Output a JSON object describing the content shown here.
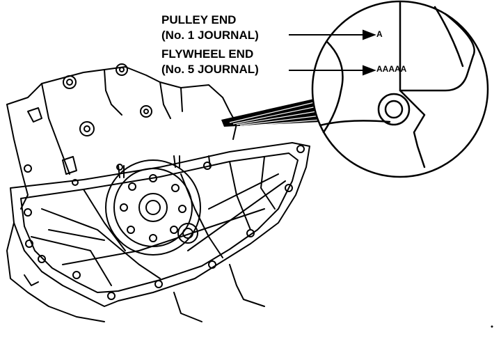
{
  "callouts": {
    "pulley_end": "PULLEY END",
    "pulley_journal": "(No. 1 JOURNAL)",
    "flywheel_end": "FLYWHEEL END",
    "flywheel_journal": "(No. 5 JOURNAL)"
  },
  "detail": {
    "pulley_marks": "A",
    "flywheel_marks": "AAAAA"
  },
  "colors": {
    "ink": "#000000",
    "paper": "#ffffff"
  }
}
